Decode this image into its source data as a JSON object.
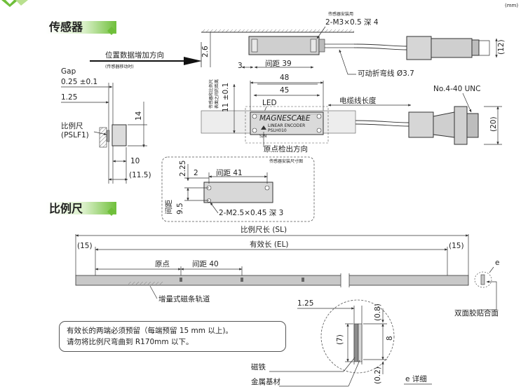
{
  "unit": "(mm)",
  "sections": {
    "sensor": "传感器",
    "scale": "比例尺"
  },
  "sensor": {
    "install_header": "传感器安装用",
    "install_screw": "2-M3×0.5 深 4",
    "dim_26": "2.6",
    "dim_3": "3",
    "pitch_39": "间距 39",
    "dim_48": "48",
    "dim_45": "45",
    "cable_flex": "可动折弯线 Ø3.7",
    "cable_length": "电缆线长度",
    "connector_screw": "No.4-40 UNC",
    "dim_12": "(12)",
    "dim_20": "(20)",
    "led": "LED",
    "vertical_note_1": "传感器和比例尺",
    "vertical_note_2": "表面之间的距离",
    "dim_11": "11 ±0.1",
    "origin_detect": "原点检出方向",
    "direction_label": "位置数据增加方向",
    "direction_sub": "(传感器移动时)",
    "gap_label": "Gap",
    "gap_value": "0.25 ±0.1",
    "dim_125": "1.25",
    "scale_side_label": "比例尺",
    "scale_side_model": "(PSLF1)",
    "dim_14": "14",
    "dim_10": "10",
    "dim_115": "(11.5)",
    "brand_top": "MAGNESCALE",
    "brand_bottom": "LINEAR ENCODER",
    "model_text": "PSLH010",
    "sn_text": "S/N",
    "ce_mark": "CE"
  },
  "mount": {
    "header": "传感器安装尺寸图",
    "dim_225": "2.25",
    "dim_2": "2",
    "pitch_41": "间距 41",
    "pitch_label": "间距",
    "dim_95": "9.5",
    "screw": "2-M2.5×0.45 深 3"
  },
  "scale": {
    "sl": "比例尺长 (SL)",
    "el": "有效长 (EL)",
    "margin_left": "(15)",
    "margin_right": "(15)",
    "origin": "原点",
    "pitch_40": "间距 40",
    "track": "增量式磁条轨道",
    "e_marker": "e",
    "tape": "双面胶贴合面"
  },
  "detail": {
    "dim_125": "1.25",
    "dim_08": "(0.8)",
    "dim_7": "(7)",
    "dim_8": "8",
    "dim_02": "(0.2)",
    "magnet": "磁铁",
    "base": "金属基材",
    "title": "e 详细"
  },
  "notes": {
    "line1": "有效长的两端必须预留（每端预留 15 mm 以上)。",
    "line2": "请勿将比例尺弯曲到 R170mm 以下。"
  },
  "colors": {
    "accent_green": "#6fbf3a",
    "scale_gray": "#c8c8c8",
    "body_gray": "#cfcfcf"
  }
}
